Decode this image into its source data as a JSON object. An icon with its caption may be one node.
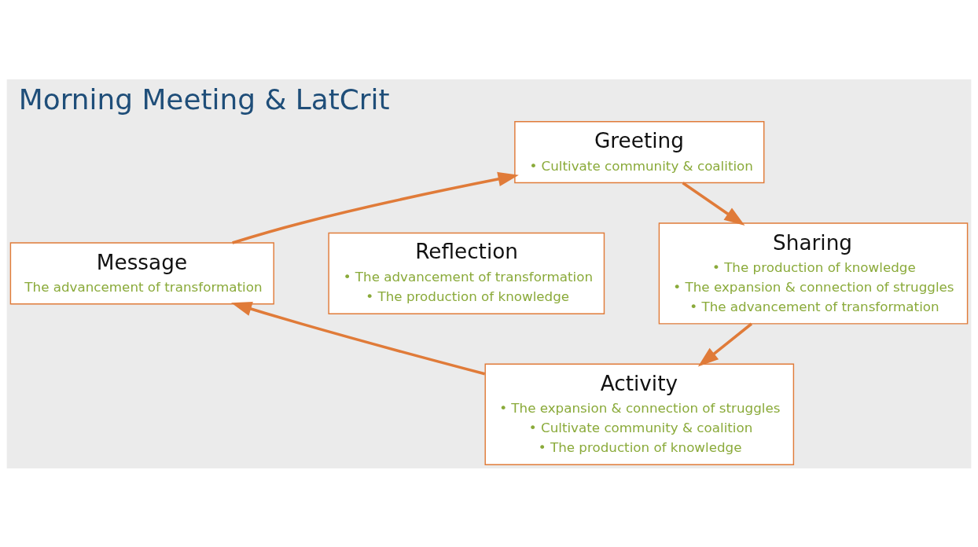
{
  "diagram": {
    "title": "Morning Meeting & LatCrit",
    "nodes": [
      {
        "text": [
          "Greeting",
          "• Cultivate community & coalition"
        ]
      },
      {
        "text": [
          "Sharing",
          "• The production of knowledge",
          "• The expansion & connection of struggles",
          "• The advancement of transformation"
        ]
      },
      {
        "text": [
          "Activity",
          "• The expansion & connection of struggles",
          "• Cultivate community & coalition",
          "• The production of knowledge"
        ]
      },
      {
        "text": [
          "Message",
          "The advancement of transformation"
        ]
      },
      {
        "text": [
          "Reflection",
          "• The advancement of transformation",
          "• The production of knowledge"
        ]
      }
    ],
    "edges": [
      {
        "from": 0,
        "to": 1,
        "arrow": "to"
      },
      {
        "from": 1,
        "to": 2,
        "arrow": "to"
      },
      {
        "from": 2,
        "to": 3,
        "arrow": "to"
      },
      {
        "from": 3,
        "to": 0,
        "arrow": "to"
      }
    ]
  }
}
